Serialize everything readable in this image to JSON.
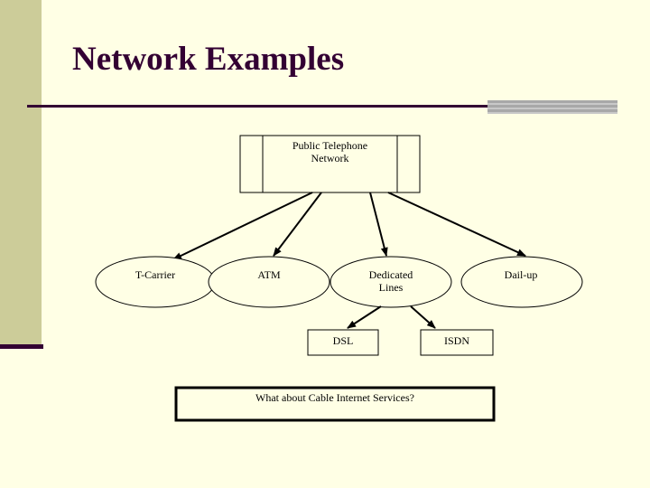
{
  "slide": {
    "title": "Network Examples"
  },
  "diagram": {
    "root": "Public Telephone\nNetwork",
    "branches": [
      "T-Carrier",
      "ATM",
      "Dedicated\nLines",
      "Dail-up"
    ],
    "sub_branches": [
      "DSL",
      "ISDN"
    ],
    "question": "What about Cable Internet Services?"
  },
  "colors": {
    "background": "#ffffe5",
    "accent_bar": "#cccc99",
    "title": "#330033",
    "stroke": "#000000"
  }
}
